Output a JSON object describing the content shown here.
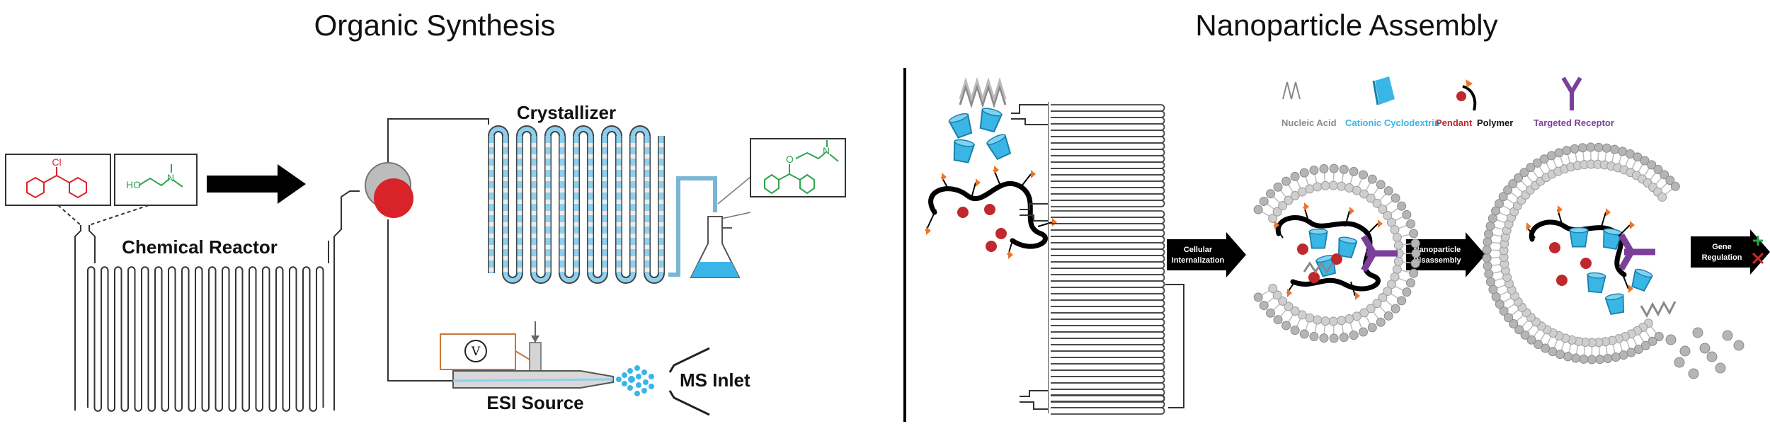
{
  "left_panel": {
    "title": "Organic Synthesis",
    "reactor_label": "Chemical Reactor",
    "crystallizer_label": "Crystallizer",
    "esi_label": "ESI Source",
    "ms_label": "MS Inlet",
    "voltage_symbol": "V",
    "reagent_1_atom_label": "Cl",
    "reagent_2_labels": [
      "HO",
      "N"
    ],
    "product_labels": [
      "O",
      "N"
    ]
  },
  "right_panel": {
    "title": "Nanoparticle Assembly",
    "legend": [
      {
        "label": "Nucleic Acid",
        "color": "#8a8a8a"
      },
      {
        "label": "Cationic Cyclodextrin",
        "color": "#39b6e6"
      },
      {
        "label": "Pendant",
        "color": "#c0282d"
      },
      {
        "label": "Polymer",
        "color": "#111111"
      },
      {
        "label": "Targeted Receptor",
        "color": "#7a3f9a"
      }
    ],
    "steps": [
      [
        "Cellular",
        "Internalization"
      ],
      [
        "Nanoparticle",
        "Disassembly"
      ],
      [
        "Gene",
        "Regulation"
      ]
    ]
  },
  "colors": {
    "reactant_red": "#d8232a",
    "reagent_green": "#2ea44f",
    "flow_blue": "#8ccfee",
    "liquid_blue": "#3bb5e8",
    "receptor_purple": "#7a3f9a",
    "pendant_red": "#c0282d",
    "pendant_orange": "#e8772e",
    "membrane_gray": "#b5b5b5"
  }
}
